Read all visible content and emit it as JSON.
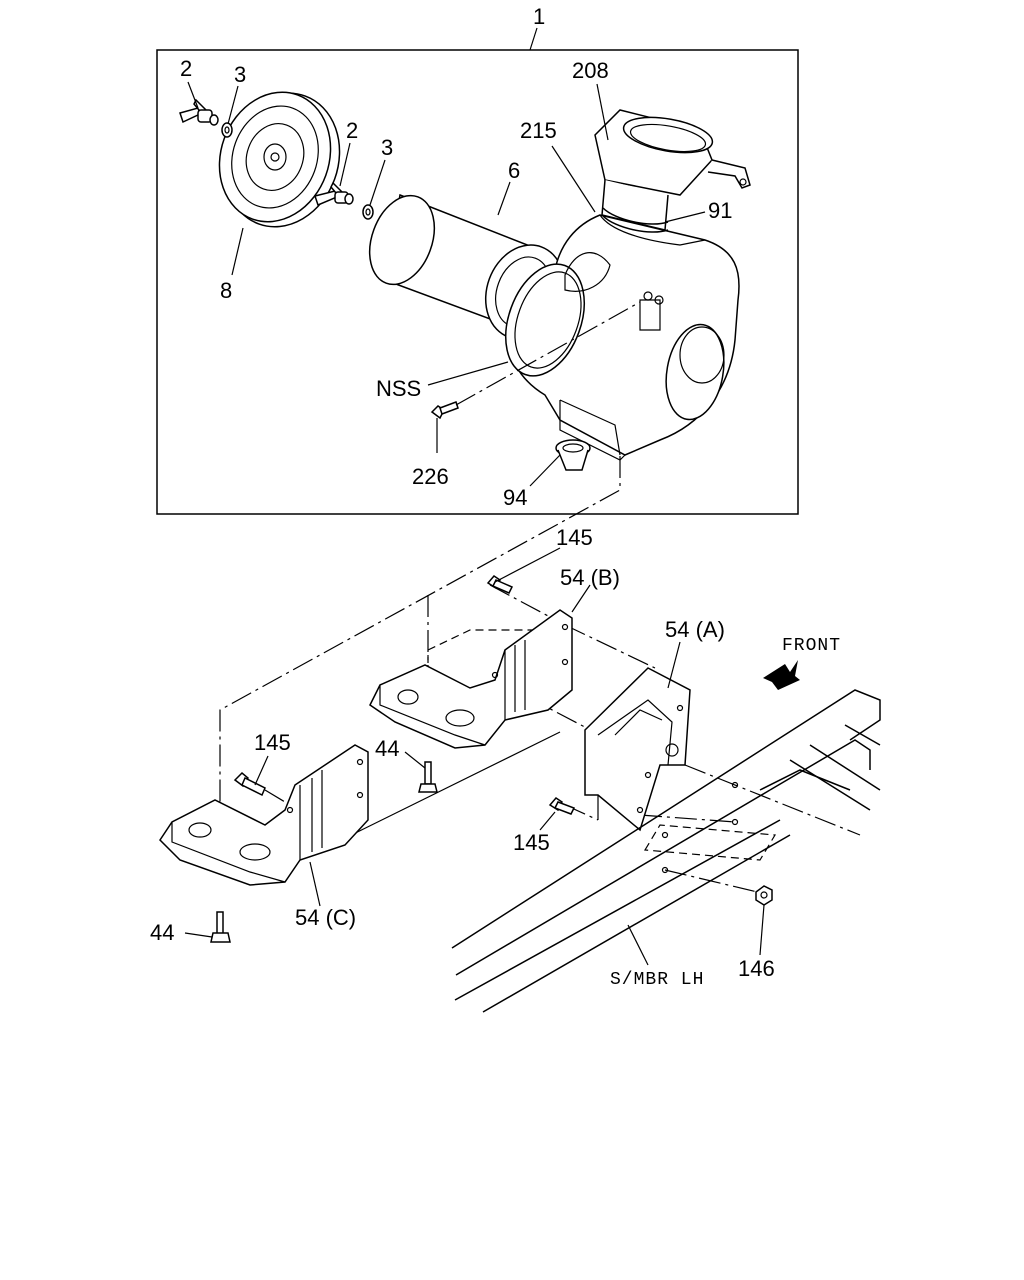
{
  "diagram": {
    "callouts": {
      "assembly": "1",
      "wing_nut_a": "2",
      "washer_a": "3",
      "wing_nut_b": "2",
      "washer_b": "3",
      "cover": "8",
      "element": "6",
      "intake_duct": "208",
      "duct_clamp_part": "215",
      "clamp": "91",
      "nss": "NSS",
      "bolt_226": "226",
      "valve_94": "94",
      "bolt_145_top": "145",
      "bracket_b": "54 (B)",
      "bracket_a": "54 (A)",
      "bolt_145_left": "145",
      "bolt_44_mid": "44",
      "bolt_145_low": "145",
      "bolt_44_bottom": "44",
      "bracket_c": "54 (C)",
      "nut_146": "146"
    },
    "front_label": "FRONT",
    "frame_label": "S/MBR LH",
    "icons": [
      "front-arrow-icon"
    ]
  }
}
